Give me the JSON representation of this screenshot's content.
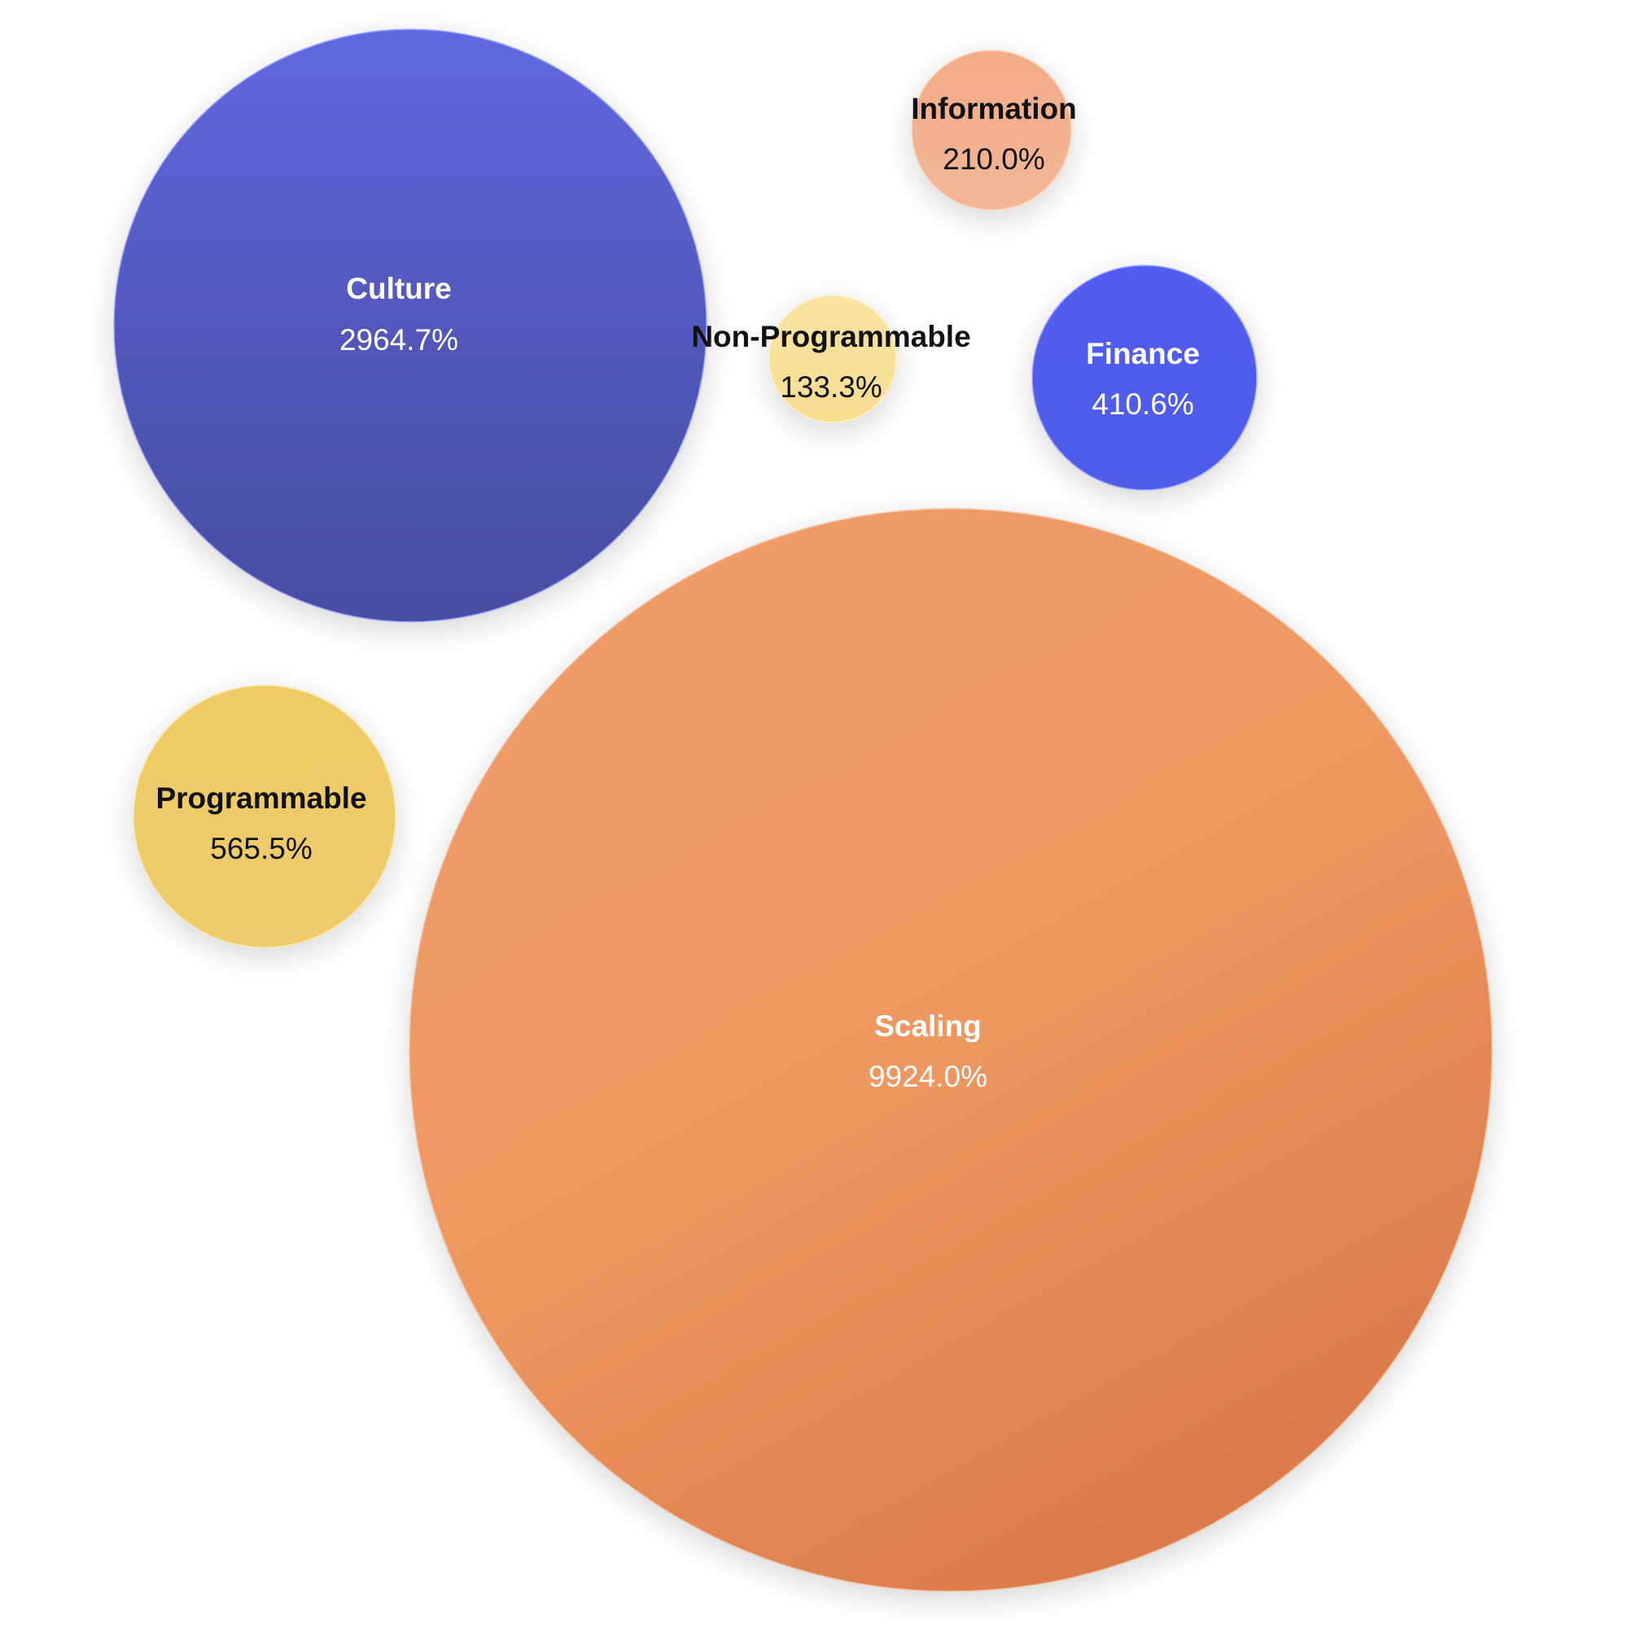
{
  "chart_data": {
    "type": "bubble",
    "title": "",
    "unit": "%",
    "series": [
      {
        "label": "Culture",
        "value": 2964.7,
        "value_text": "2964.7%",
        "color": "#5057b5",
        "text_color": "#ffffff"
      },
      {
        "label": "Information",
        "value": 210.0,
        "value_text": "210.0%",
        "color": "#f2b08b",
        "text_color": "#111111"
      },
      {
        "label": "Non-Programmable",
        "value": 133.3,
        "value_text": "133.3%",
        "color": "#f7e19a",
        "text_color": "#111111"
      },
      {
        "label": "Finance",
        "value": 410.6,
        "value_text": "410.6%",
        "color": "#505cee",
        "text_color": "#ffffff"
      },
      {
        "label": "Programmable",
        "value": 565.5,
        "value_text": "565.5%",
        "color": "#eecb68",
        "text_color": "#111111"
      },
      {
        "label": "Scaling",
        "value": 9924.0,
        "value_text": "9924.0%",
        "color": "#e58c57",
        "text_color": "#ffffff"
      }
    ]
  }
}
